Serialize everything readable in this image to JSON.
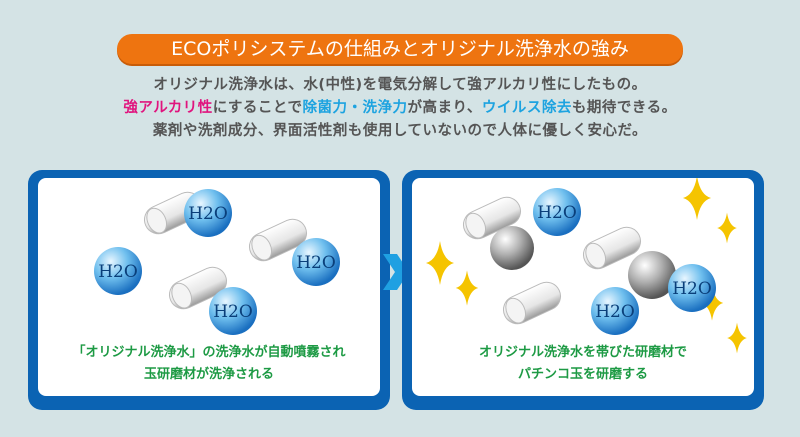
{
  "title": "ECOポリシステムの仕組みとオリジナル洗浄水の強み",
  "intro": {
    "line1": "オリジナル洗浄水は、水(中性)を電気分解して強アルカリ性にしたもの。",
    "line2_a": "強アルカリ性",
    "line2_b": "にすることで",
    "line2_c": "除菌力・洗浄力",
    "line2_d": "が高まり、",
    "line2_e": "ウイルス除去",
    "line2_f": "も期待できる。",
    "line3": "薬剤や洗剤成分、界面活性剤も使用していないので人体に優しく安心だ。"
  },
  "molecule_label": "H2O",
  "panels": [
    {
      "caption1": "「オリジナル洗浄水」の洗浄水が自動噴霧され",
      "caption2": "玉研磨材が洗浄される"
    },
    {
      "caption1": "オリジナル洗浄水を帯びた研磨材で",
      "caption2": "パチンコ玉を研磨する"
    }
  ],
  "colors": {
    "accent": "#ee7410",
    "panel_border": "#0b63b3",
    "caption": "#1d9a44",
    "pink": "#e0147e",
    "blue": "#1da3e0"
  }
}
